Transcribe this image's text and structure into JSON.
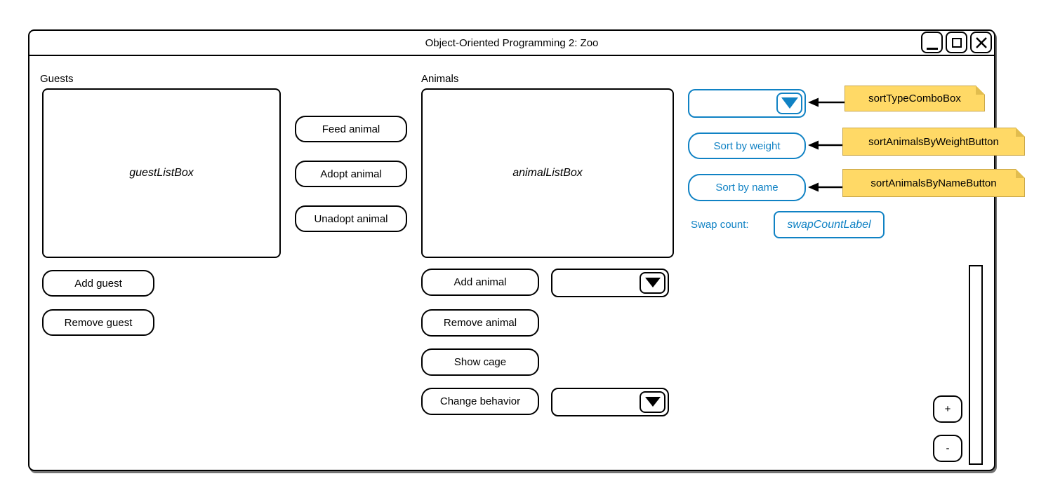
{
  "window": {
    "title": "Object-Oriented Programming 2: Zoo"
  },
  "guests": {
    "label": "Guests",
    "listbox_text": "guestListBox",
    "add_label": "Add guest",
    "remove_label": "Remove guest"
  },
  "animal_actions": {
    "feed_label": "Feed animal",
    "adopt_label": "Adopt animal",
    "unadopt_label": "Unadopt animal"
  },
  "animals": {
    "label": "Animals",
    "listbox_text": "animalListBox",
    "add_label": "Add animal",
    "remove_label": "Remove animal",
    "show_cage_label": "Show cage",
    "change_behavior_label": "Change behavior"
  },
  "sort_panel": {
    "sort_by_weight_label": "Sort by weight",
    "sort_by_name_label": "Sort by name",
    "swap_count_label": "Swap count:",
    "swap_count_value": "swapCountLabel"
  },
  "annotations": [
    {
      "text": "sortTypeComboBox"
    },
    {
      "text": "sortAnimalsByWeightButton"
    },
    {
      "text": "sortAnimalsByNameButton"
    }
  ],
  "zoom_controls": {
    "plus_label": "+",
    "minus_label": "-"
  },
  "colors": {
    "accent_blue": "#1082c4",
    "note_fill": "#ffd966",
    "note_border": "#c9a648"
  }
}
